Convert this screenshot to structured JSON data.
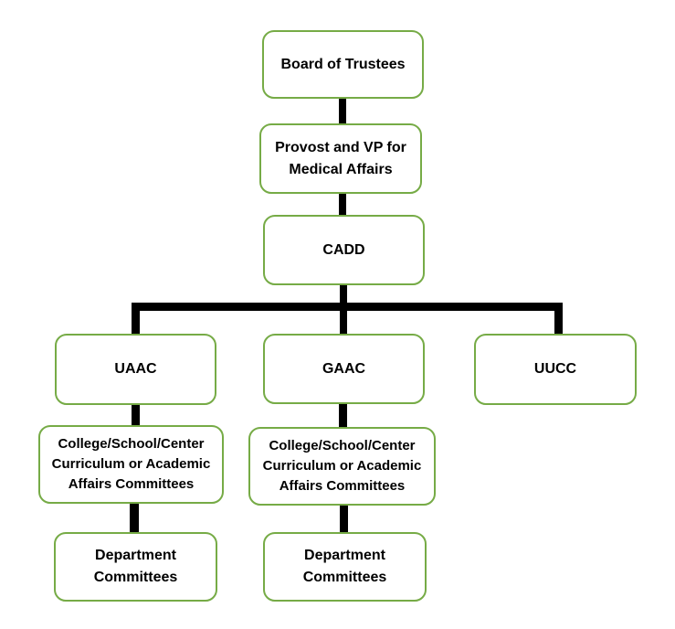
{
  "diagram": {
    "type": "org-chart",
    "background_color": "#ffffff",
    "box_border_color": "#76AB46",
    "box_fill_color": "#ffffff",
    "connector_color": "#000000",
    "text_color": "#000000",
    "nodes": {
      "board": {
        "label": "Board of Trustees"
      },
      "provost": {
        "label": "Provost and VP for\nMedical Affairs"
      },
      "cadd": {
        "label": "CADD"
      },
      "uaac": {
        "label": "UAAC"
      },
      "gaac": {
        "label": "GAAC"
      },
      "uucc": {
        "label": "UUCC"
      },
      "uaac_college": {
        "label": "College/School/Center\nCurriculum or Academic\nAffairs Committees"
      },
      "gaac_college": {
        "label": "College/School/Center\nCurriculum or Academic\nAffairs Committees"
      },
      "uaac_dept": {
        "label": "Department\nCommittees"
      },
      "gaac_dept": {
        "label": "Department\nCommittees"
      }
    },
    "edges": [
      {
        "from": "board",
        "to": "provost"
      },
      {
        "from": "provost",
        "to": "cadd"
      },
      {
        "from": "cadd",
        "to": "uaac"
      },
      {
        "from": "cadd",
        "to": "gaac"
      },
      {
        "from": "cadd",
        "to": "uucc"
      },
      {
        "from": "uaac",
        "to": "uaac_college"
      },
      {
        "from": "gaac",
        "to": "gaac_college"
      },
      {
        "from": "uaac_college",
        "to": "uaac_dept"
      },
      {
        "from": "gaac_college",
        "to": "gaac_dept"
      }
    ]
  }
}
